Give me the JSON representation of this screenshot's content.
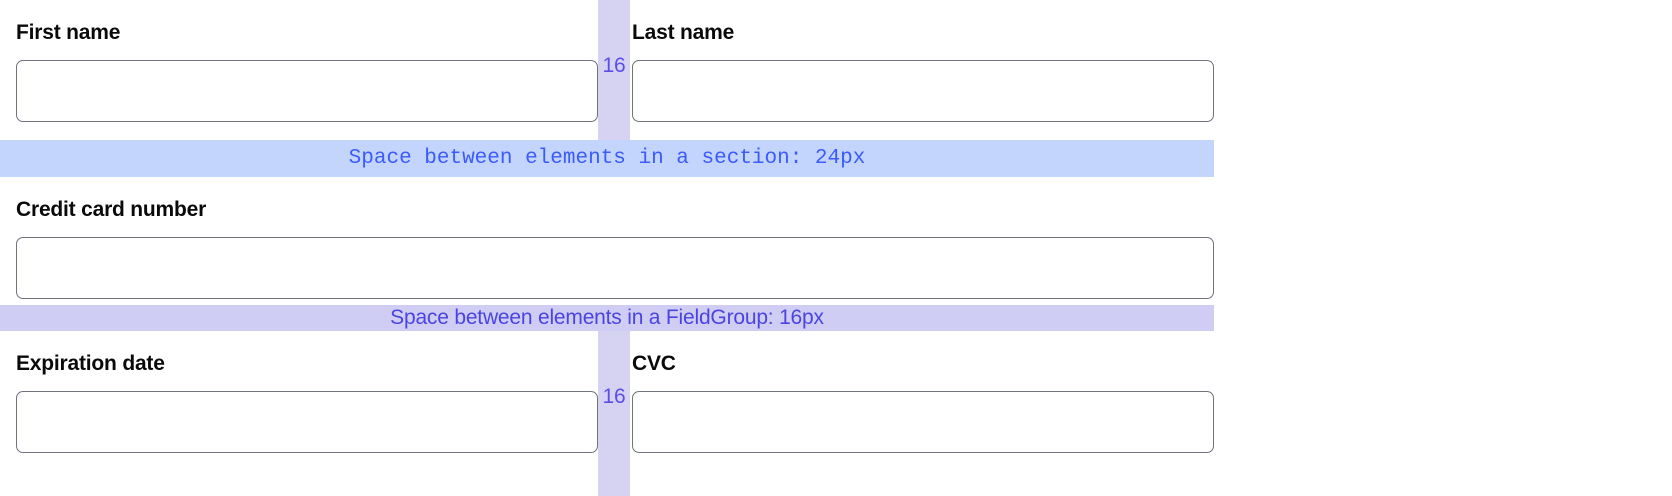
{
  "form": {
    "rows": [
      {
        "id": "name-row",
        "gap_label": "16",
        "fields": [
          {
            "name": "first-name",
            "label": "First name",
            "value": "",
            "placeholder": ""
          },
          {
            "name": "last-name",
            "label": "Last name",
            "value": "",
            "placeholder": ""
          }
        ]
      },
      {
        "id": "card-row",
        "fields": [
          {
            "name": "credit-card-number",
            "label": "Credit card number",
            "value": "",
            "placeholder": ""
          }
        ]
      },
      {
        "id": "expiry-row",
        "gap_label": "16",
        "fields": [
          {
            "name": "expiration-date",
            "label": "Expiration date",
            "value": "",
            "placeholder": ""
          },
          {
            "name": "cvc",
            "label": "CVC",
            "value": "",
            "placeholder": ""
          }
        ]
      }
    ]
  },
  "annotations": {
    "section_band": {
      "text": "Space between elements in a section: 24px",
      "background": "#c3d4fd",
      "color": "#3b5bfd"
    },
    "fieldgroup_band": {
      "text": "Space between elements in a FieldGroup: 16px",
      "background": "#d0cdf5",
      "color": "#4a44e0"
    },
    "gap_strip": {
      "background": "#d5d2f2",
      "color": "#5b4fe9"
    }
  },
  "colors": {
    "page_background": "#ffffff",
    "input_border": "#6f737d",
    "label_text": "#0a0a0a"
  }
}
